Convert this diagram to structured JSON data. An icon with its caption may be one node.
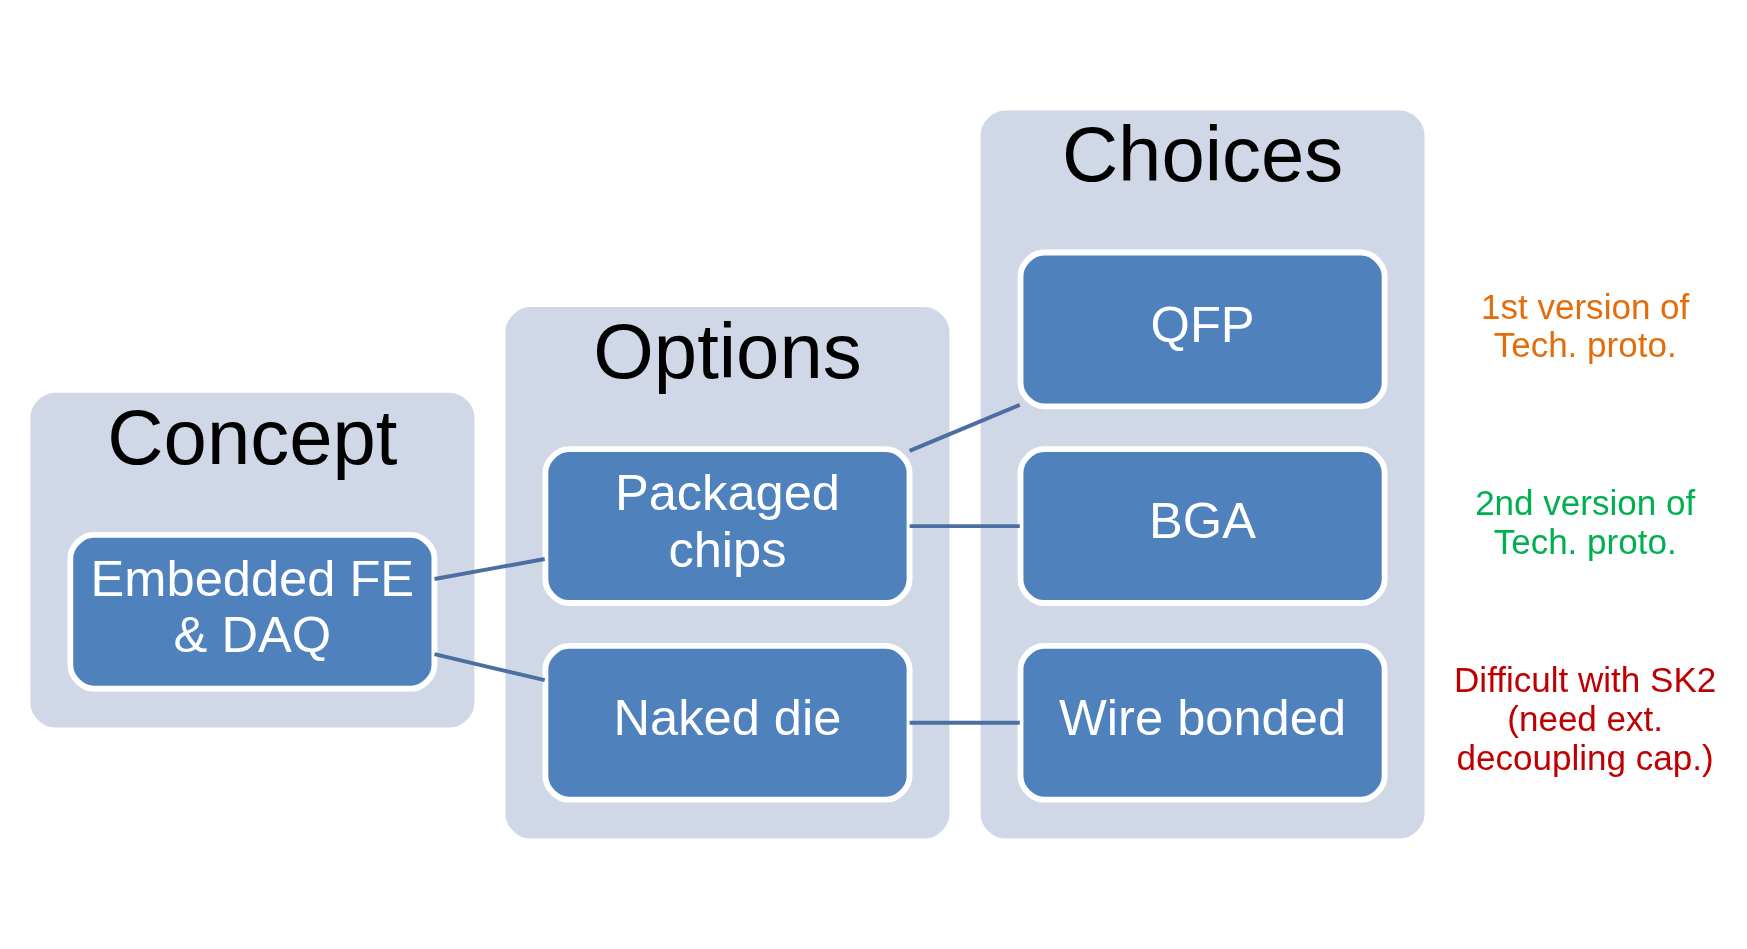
{
  "diagram": {
    "nodes": [
      {
        "text": [
          "Concept"
        ]
      },
      {
        "text": [
          "Embedded FE & DAQ"
        ],
        "in": 0
      },
      {
        "text": [
          "Options"
        ]
      },
      {
        "text": [
          "Packaged chips"
        ],
        "in": 2
      },
      {
        "text": [
          "Naked die"
        ],
        "in": 2
      },
      {
        "text": [
          "Choices"
        ]
      },
      {
        "text": [
          "QFP"
        ],
        "in": 5,
        "beside": [
          "1st version of Tech. proto."
        ]
      },
      {
        "text": [
          "BGA"
        ],
        "in": 5,
        "beside": [
          "2nd version of Tech. proto."
        ]
      },
      {
        "text": [
          "Wire bonded"
        ],
        "in": 5,
        "beside": [
          "Difficult with SK2 (need ext. decoupling cap.)"
        ]
      }
    ],
    "edges": [
      {
        "from": 1,
        "to": 3,
        "arrow": "none"
      },
      {
        "from": 1,
        "to": 4,
        "arrow": "none"
      },
      {
        "from": 3,
        "to": 6,
        "arrow": "none"
      },
      {
        "from": 3,
        "to": 7,
        "arrow": "none"
      },
      {
        "from": 4,
        "to": 8,
        "arrow": "none"
      }
    ]
  }
}
